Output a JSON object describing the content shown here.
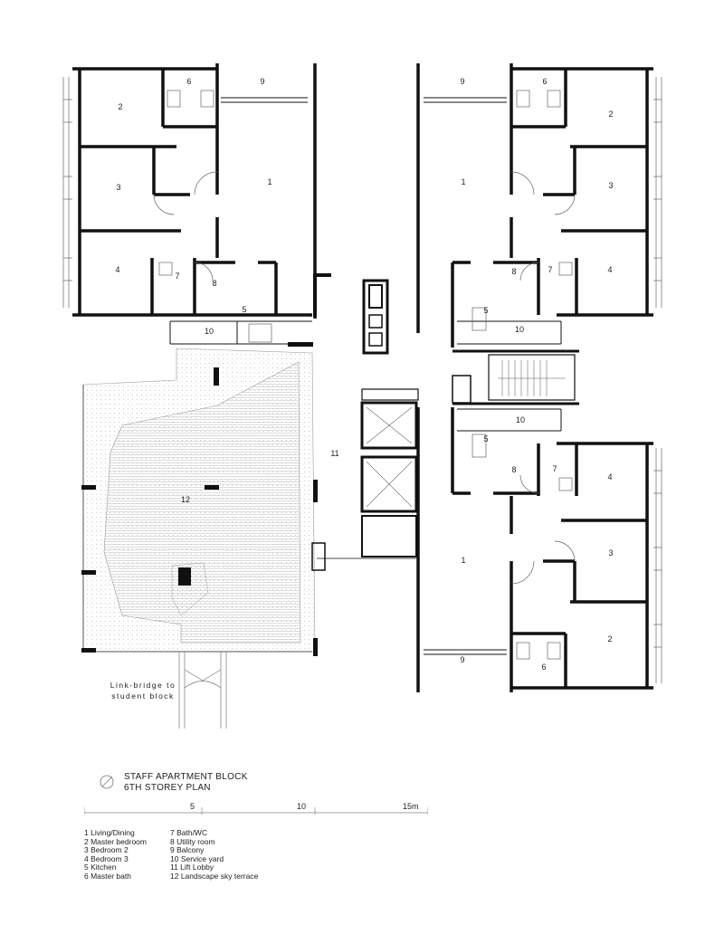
{
  "rooms": [
    {
      "label": "2"
    },
    {
      "label": "6"
    },
    {
      "label": "9"
    },
    {
      "label": "3"
    },
    {
      "label": "1"
    },
    {
      "label": "4"
    },
    {
      "label": "7"
    },
    {
      "label": "8"
    },
    {
      "label": "5"
    },
    {
      "label": "10"
    },
    {
      "label": "9"
    },
    {
      "label": "6"
    },
    {
      "label": "2"
    },
    {
      "label": "1"
    },
    {
      "label": "3"
    },
    {
      "label": "8"
    },
    {
      "label": "7"
    },
    {
      "label": "4"
    },
    {
      "label": "5"
    },
    {
      "label": "10"
    },
    {
      "label": "10"
    },
    {
      "label": "5"
    },
    {
      "label": "8"
    },
    {
      "label": "7"
    },
    {
      "label": "4"
    },
    {
      "label": "3"
    },
    {
      "label": "1"
    },
    {
      "label": "2"
    },
    {
      "label": "9"
    },
    {
      "label": "6"
    },
    {
      "label": "11"
    },
    {
      "label": "12"
    }
  ],
  "annotation": {
    "line1": "Link-bridge to",
    "line2": "student block"
  },
  "title": {
    "line1": "STAFF APARTMENT BLOCK",
    "line2": "6TH STOREY PLAN"
  },
  "scale_bar": {
    "labels": [
      "5",
      "10",
      "15m"
    ]
  },
  "legend": {
    "column1": [
      "1   Living/Dining",
      "2   Master bedroom",
      "3   Bedroom 2",
      "4   Bedroom 3",
      "5   Kitchen",
      "6   Master bath"
    ],
    "column2": [
      "7   Bath/WC",
      "8   Utility room",
      "9   Balcony",
      "10 Service yard",
      "11 Lift Lobby",
      "12 Landscape sky terrace"
    ]
  },
  "icons": {
    "north_arrow": "north-arrow-icon"
  }
}
